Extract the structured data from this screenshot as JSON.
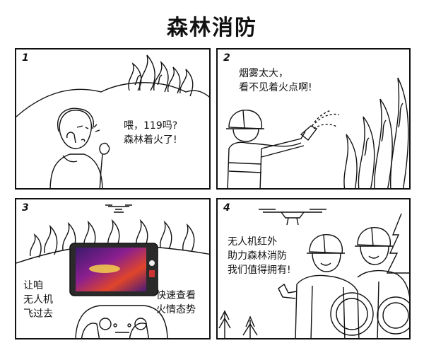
{
  "title": "森林消防",
  "panels": [
    {
      "number": "1",
      "lines": [
        "喂，119吗?",
        "森林着火了!"
      ]
    },
    {
      "number": "2",
      "lines": [
        "烟雾太大，",
        "看不见着火点啊!"
      ]
    },
    {
      "number": "3",
      "left_lines": [
        "让咱",
        "无人机",
        "飞过去"
      ],
      "right_lines": [
        "快速查看",
        "火情态势"
      ]
    },
    {
      "number": "4",
      "lines": [
        "无人机红外",
        "助力森林消防",
        "我们值得拥有!"
      ]
    }
  ]
}
